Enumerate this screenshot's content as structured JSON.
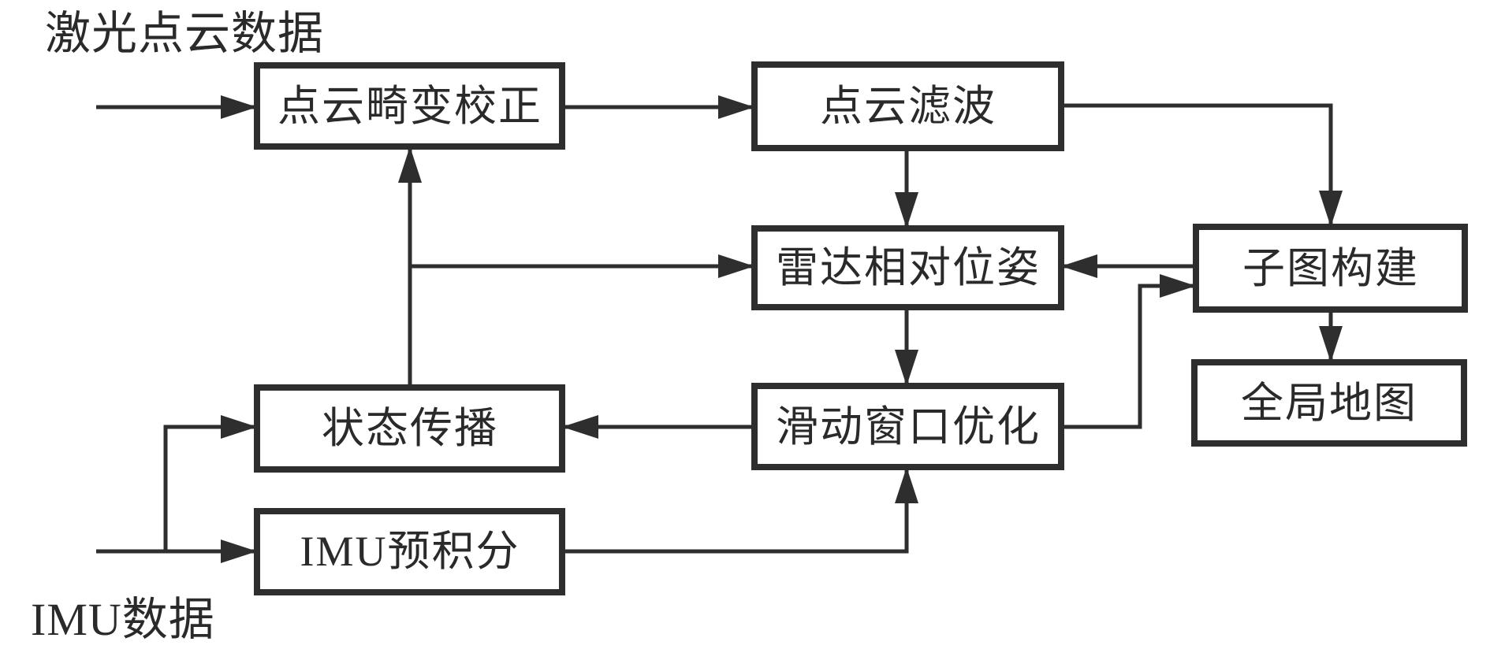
{
  "diagram": {
    "type": "flowchart",
    "description": "LiDAR-IMU SLAM pipeline block diagram",
    "colors": {
      "line": "#2e2e2e",
      "text": "#2a2a2a",
      "background": "#ffffff"
    },
    "io_labels": {
      "laser": {
        "text": "激光点云数据"
      },
      "imu": {
        "text": "IMU数据"
      }
    },
    "nodes": [
      {
        "id": "distortion_correction",
        "label": "点云畸变校正"
      },
      {
        "id": "point_cloud_filter",
        "label": "点云滤波"
      },
      {
        "id": "radar_relative_pose",
        "label": "雷达相对位姿"
      },
      {
        "id": "submap_construction",
        "label": "子图构建"
      },
      {
        "id": "global_map",
        "label": "全局地图"
      },
      {
        "id": "state_propagation",
        "label": "状态传播"
      },
      {
        "id": "sliding_window_opt",
        "label": "滑动窗口优化"
      },
      {
        "id": "imu_preintegration",
        "label": "IMU预积分"
      }
    ],
    "edges": [
      {
        "from": "laser_input",
        "to": "distortion_correction"
      },
      {
        "from": "distortion_correction",
        "to": "point_cloud_filter"
      },
      {
        "from": "point_cloud_filter",
        "to": "submap_construction"
      },
      {
        "from": "point_cloud_filter",
        "to": "radar_relative_pose"
      },
      {
        "from": "state_propagation",
        "to": "distortion_correction"
      },
      {
        "from": "state_propagation",
        "to": "radar_relative_pose"
      },
      {
        "from": "submap_construction",
        "to": "radar_relative_pose"
      },
      {
        "from": "radar_relative_pose",
        "to": "sliding_window_opt"
      },
      {
        "from": "sliding_window_opt",
        "to": "state_propagation"
      },
      {
        "from": "sliding_window_opt",
        "to": "submap_construction"
      },
      {
        "from": "submap_construction",
        "to": "global_map"
      },
      {
        "from": "imu_input",
        "to": "imu_preintegration"
      },
      {
        "from": "imu_input",
        "to": "state_propagation"
      },
      {
        "from": "imu_preintegration",
        "to": "sliding_window_opt"
      }
    ]
  }
}
